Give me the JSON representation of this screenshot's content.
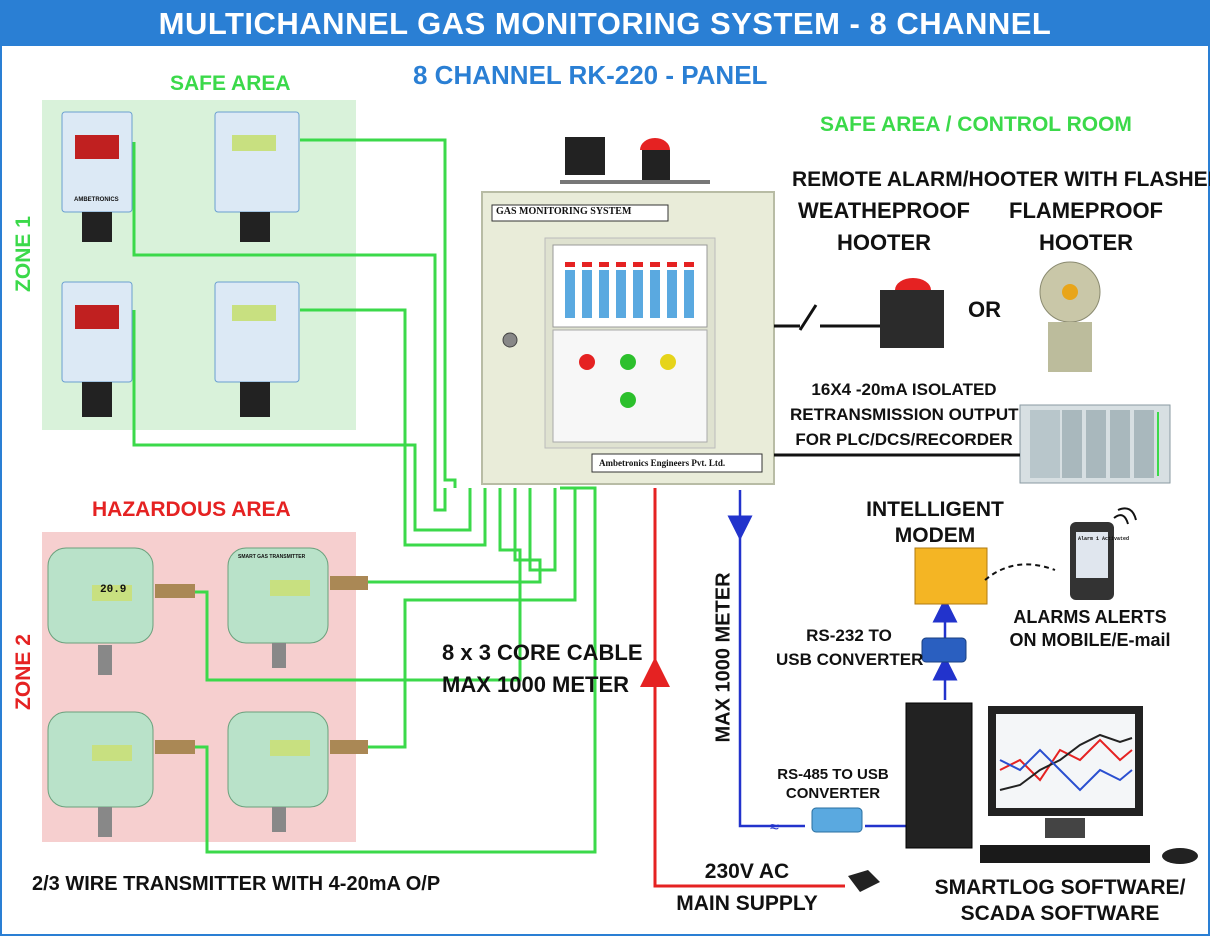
{
  "title": "MULTICHANNEL GAS MONITORING SYSTEM - 8 CHANNEL",
  "panel_title": "8 CHANNEL RK-220 - PANEL",
  "safe_area_label": "SAFE AREA",
  "zone1_label": "ZONE 1",
  "hazardous_area_label": "HAZARDOUS AREA",
  "zone2_label": "ZONE 2",
  "transmitter_caption": "2/3 WIRE TRANSMITTER WITH 4-20mA O/P",
  "cable_line1": "8 x 3 CORE CABLE",
  "cable_line2": "MAX 1000 METER",
  "control_room_label": "SAFE AREA / CONTROL ROOM",
  "remote_alarm_label": "REMOTE ALARM/HOOTER WITH FLASHER",
  "weatherproof_line1": "WEATHEPROOF",
  "weatherproof_line2": "HOOTER",
  "flameproof_line1": "FLAMEPROOF",
  "flameproof_line2": "HOOTER",
  "or_label": "OR",
  "retrans_line1": "16X4 -20mA ISOLATED",
  "retrans_line2": "RETRANSMISSION OUTPUT",
  "retrans_line3": "FOR PLC/DCS/RECORDER",
  "modem_line1": "INTELLIGENT",
  "modem_line2": "MODEM",
  "alerts_line1": "ALARMS ALERTS",
  "alerts_line2": "ON MOBILE/E-mail",
  "rs232_line1": "RS-232 TO",
  "rs232_line2": "USB CONVERTER",
  "rs485_line1": "RS-485 TO USB",
  "rs485_line2": "CONVERTER",
  "max_meter_vertical": "MAX 1000 METER",
  "supply_line1": "230V AC",
  "supply_line2": "MAIN SUPPLY",
  "software_line1": "SMARTLOG SOFTWARE/",
  "software_line2": "SCADA SOFTWARE",
  "panel_plate": "GAS MONITORING SYSTEM",
  "panel_maker": "Ambetronics Engineers Pvt. Ltd.",
  "transmitter_tag": "SMART GAS TRANSMITTER",
  "brand": "AMBETRONICS",
  "display_value": "20.9",
  "phone_text": "Alarm 1 Activated",
  "colors": {
    "title_bar": "#2a7fd4",
    "safe_area_bg": "#d9f2da",
    "hazardous_bg": "#f6cfcf",
    "signal_wire": "#3bd94a",
    "power_wire": "#e52222",
    "comm_wire": "#2233cc"
  }
}
